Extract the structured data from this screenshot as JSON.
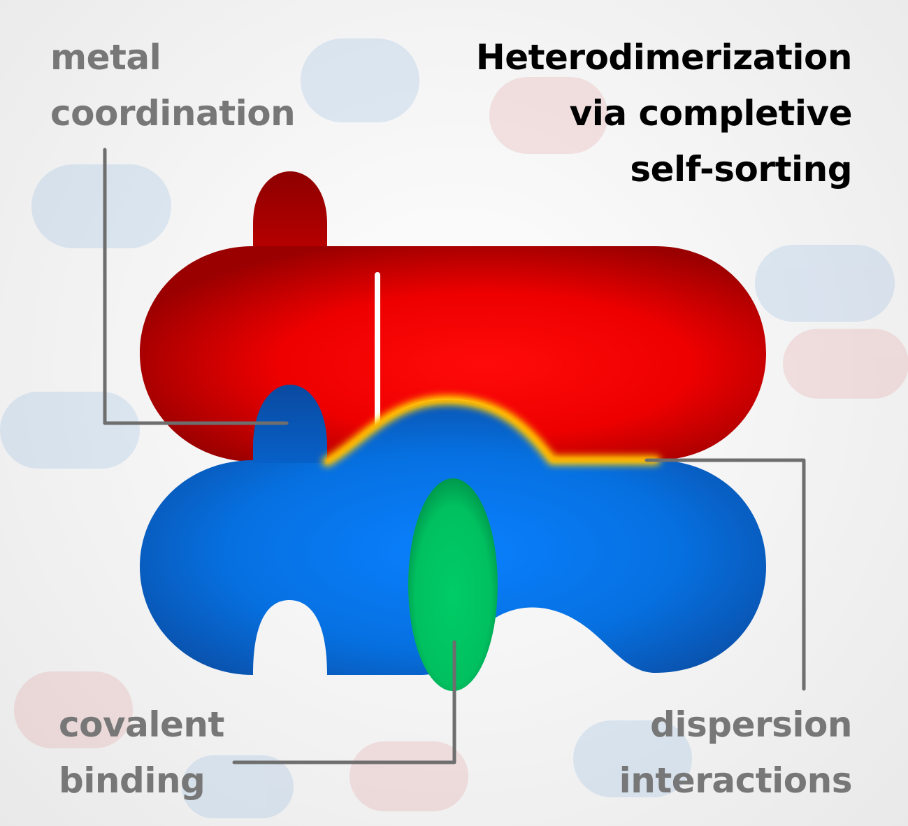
{
  "title": {
    "lines": [
      "Heterodimerization",
      "via completive",
      "self-sorting"
    ]
  },
  "labels": {
    "metal_coordination": [
      "metal",
      "coordination"
    ],
    "covalent_binding": [
      "covalent",
      "binding"
    ],
    "dispersion_interactions": [
      "dispersion",
      "interactions"
    ]
  },
  "colors": {
    "top_unit": "#e30000",
    "bottom_unit": "#0a73e6",
    "link": "#00c060",
    "interface_glow": "#ffc800",
    "callout_line": "#777777",
    "label_text": "#777777",
    "title_text": "#000000"
  }
}
